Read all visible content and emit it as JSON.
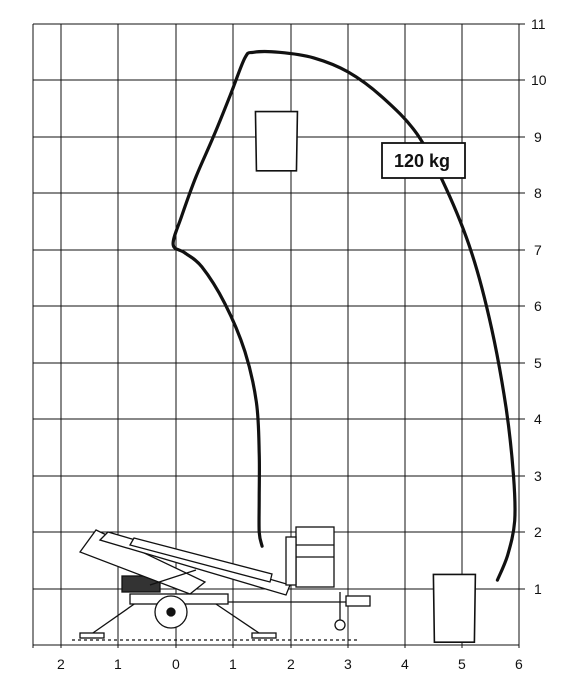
{
  "chart_data": {
    "type": "diagram",
    "load_label": "120 kg",
    "x_ticks": [
      "2",
      "1",
      "0",
      "1",
      "2",
      "3",
      "4",
      "5",
      "6"
    ],
    "y_ticks": [
      "1",
      "2",
      "3",
      "4",
      "5",
      "6",
      "7",
      "8",
      "9",
      "10",
      "11"
    ],
    "x_values": [
      -2,
      -1,
      0,
      1,
      2,
      3,
      4,
      5,
      6
    ],
    "y_values": [
      1,
      2,
      3,
      4,
      5,
      6,
      7,
      8,
      9,
      10,
      11
    ],
    "xlim": [
      -2.55,
      6.05
    ],
    "ylim": [
      0,
      11
    ],
    "envelope": [
      [
        1.5,
        1.75
      ],
      [
        1.45,
        2.0
      ],
      [
        1.45,
        2.6
      ],
      [
        1.45,
        3.4
      ],
      [
        1.4,
        4.3
      ],
      [
        1.2,
        5.2
      ],
      [
        0.85,
        6.05
      ],
      [
        0.45,
        6.7
      ],
      [
        0.15,
        6.95
      ],
      [
        -0.05,
        7.1
      ],
      [
        0.1,
        7.6
      ],
      [
        0.35,
        8.3
      ],
      [
        0.65,
        9.0
      ],
      [
        0.95,
        9.75
      ],
      [
        1.2,
        10.4
      ],
      [
        1.35,
        10.5
      ],
      [
        1.8,
        10.5
      ],
      [
        2.4,
        10.4
      ],
      [
        3.0,
        10.15
      ],
      [
        3.6,
        9.7
      ],
      [
        4.2,
        9.05
      ],
      [
        4.7,
        8.1
      ],
      [
        5.15,
        6.95
      ],
      [
        5.5,
        5.6
      ],
      [
        5.75,
        4.2
      ],
      [
        5.88,
        3.0
      ],
      [
        5.9,
        2.2
      ],
      [
        5.78,
        1.6
      ],
      [
        5.6,
        1.15
      ]
    ],
    "baskets": [
      {
        "name": "basket-top",
        "x_center": 1.75,
        "y_bottom": 8.4,
        "y_top": 9.45
      },
      {
        "name": "basket-right",
        "x_center": 4.85,
        "y_bottom": 0.05,
        "y_top": 1.25
      }
    ],
    "grid": true
  }
}
